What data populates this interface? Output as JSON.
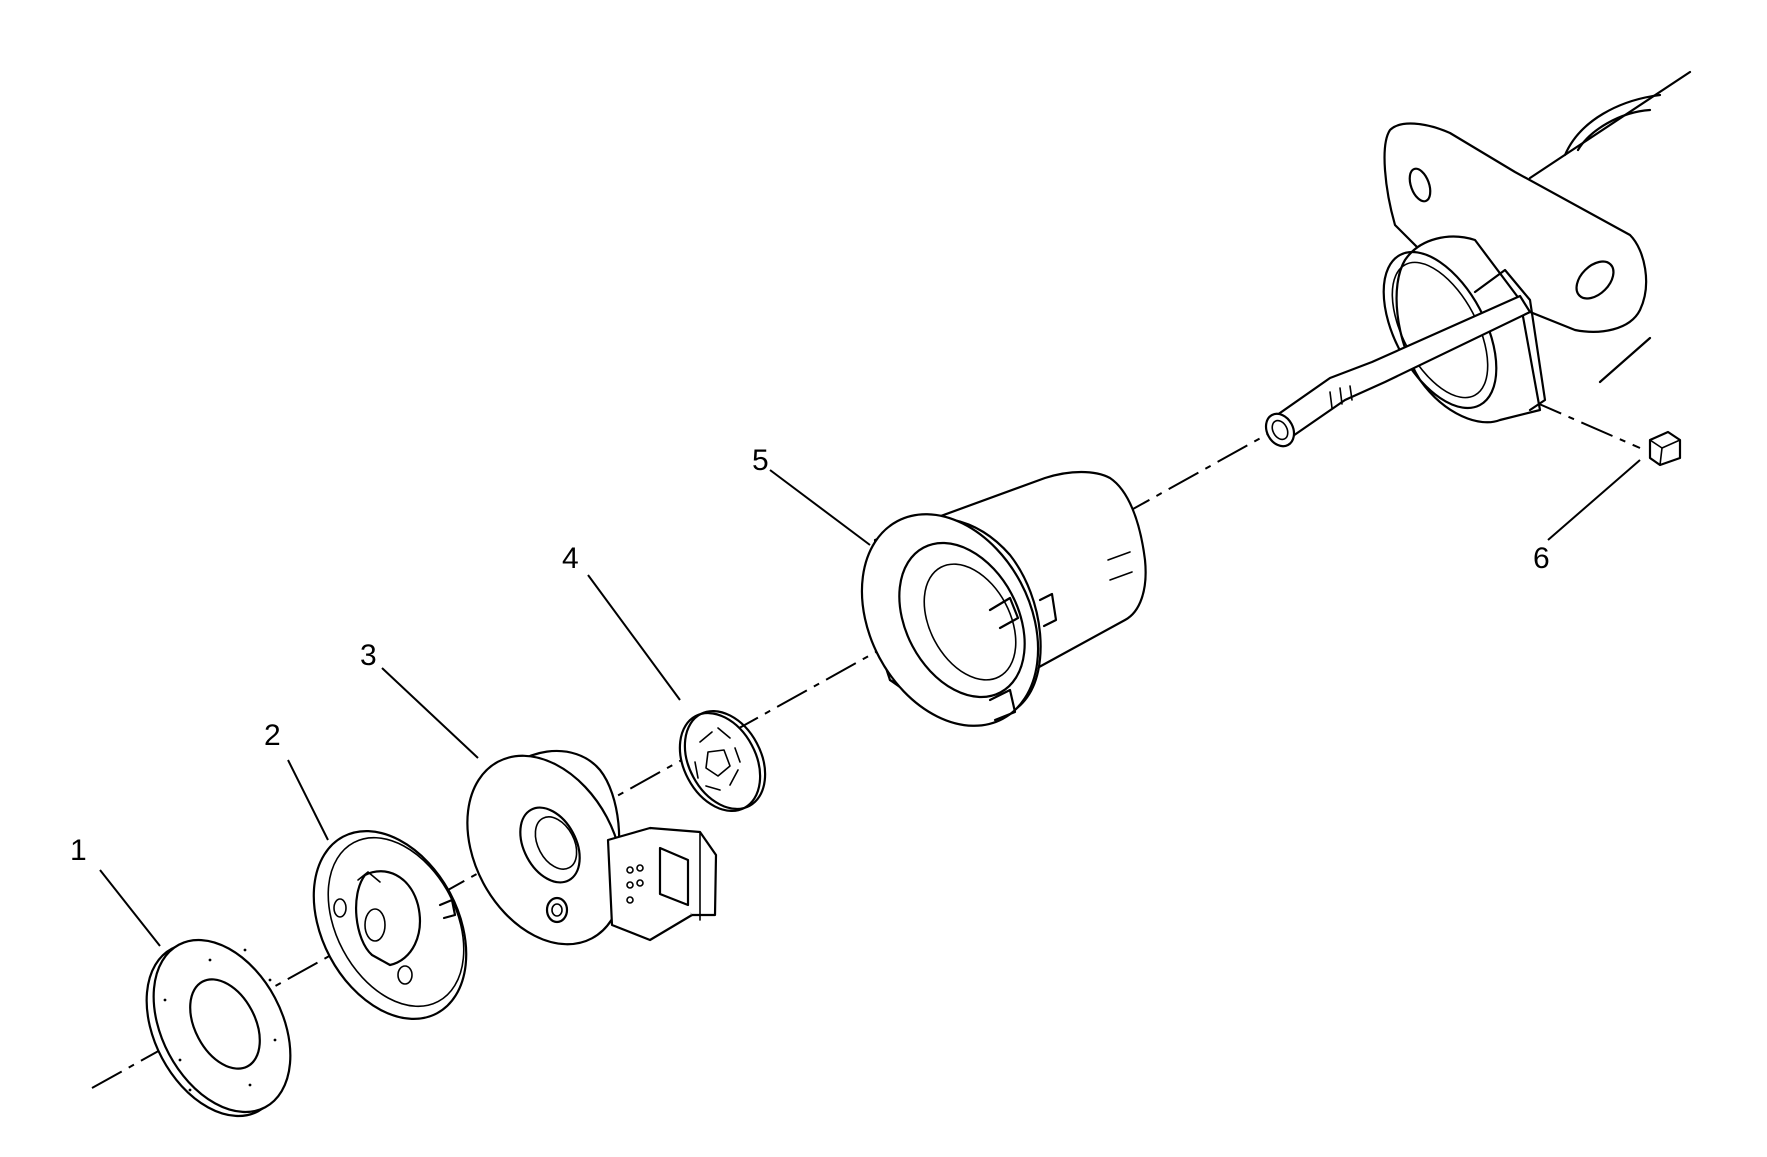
{
  "diagram": {
    "type": "exploded-parts-view",
    "callouts": [
      {
        "id": "1",
        "label": "1"
      },
      {
        "id": "2",
        "label": "2"
      },
      {
        "id": "3",
        "label": "3"
      },
      {
        "id": "4",
        "label": "4"
      },
      {
        "id": "5",
        "label": "5"
      },
      {
        "id": "6",
        "label": "6"
      }
    ]
  }
}
